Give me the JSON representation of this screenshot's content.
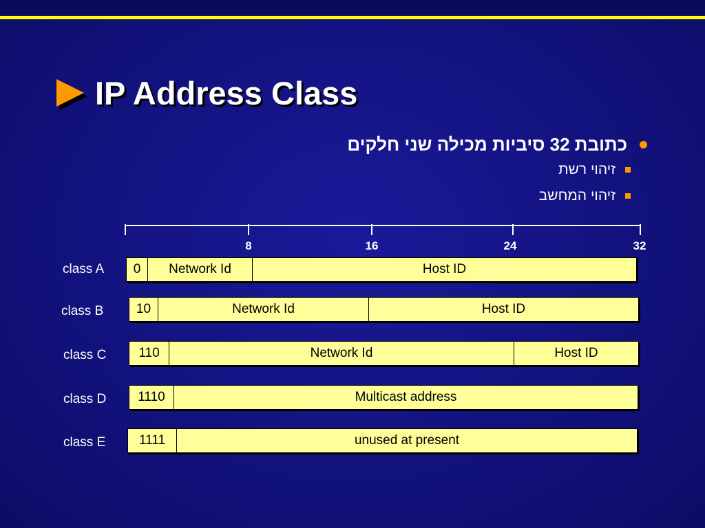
{
  "slide": {
    "title": "IP Address Class",
    "bullets": {
      "main": "כתובת 32 סיביות מכילה שני חלקים",
      "sub": [
        "זיהוי רשת",
        "זיהוי המחשב"
      ]
    }
  },
  "diagram": {
    "ruler_ticks": [
      "8",
      "16",
      "24",
      "32"
    ],
    "classes": [
      {
        "label": "class A",
        "fields": [
          "0",
          "Network Id",
          "Host ID"
        ]
      },
      {
        "label": "class B",
        "fields": [
          "10",
          "Network Id",
          "Host ID"
        ]
      },
      {
        "label": "class C",
        "fields": [
          "110",
          "Network Id",
          "Host ID"
        ]
      },
      {
        "label": "class D",
        "fields": [
          "1110",
          "Multicast address"
        ]
      },
      {
        "label": "class E",
        "fields": [
          "1111",
          "unused at present"
        ]
      }
    ]
  },
  "colors": {
    "background": "#12127e",
    "accent_line": "#ffff00",
    "bullet": "#ff9900",
    "bar_fill": "#ffff99"
  }
}
